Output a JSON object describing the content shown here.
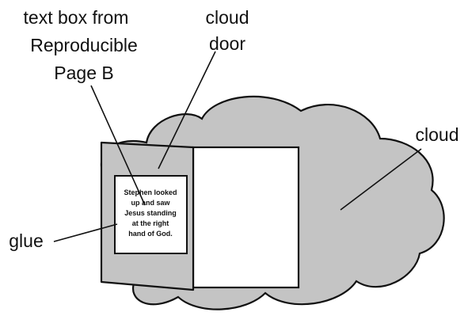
{
  "diagram": {
    "labels": {
      "text_box_line1": "text box from",
      "text_box_line2": "Reproducible",
      "text_box_line3": "Page B",
      "cloud_door_line1": "cloud",
      "cloud_door_line2": "door",
      "cloud": "cloud",
      "glue": "glue"
    },
    "text_box_lines": [
      "Stephen looked",
      "up and saw",
      "Jesus standing",
      "at the right",
      "hand of God."
    ],
    "colors": {
      "cloud_fill": "#c4c4c4",
      "door_fill": "#c4c4c4",
      "opening_fill": "#ffffff",
      "outline": "#111111"
    }
  }
}
